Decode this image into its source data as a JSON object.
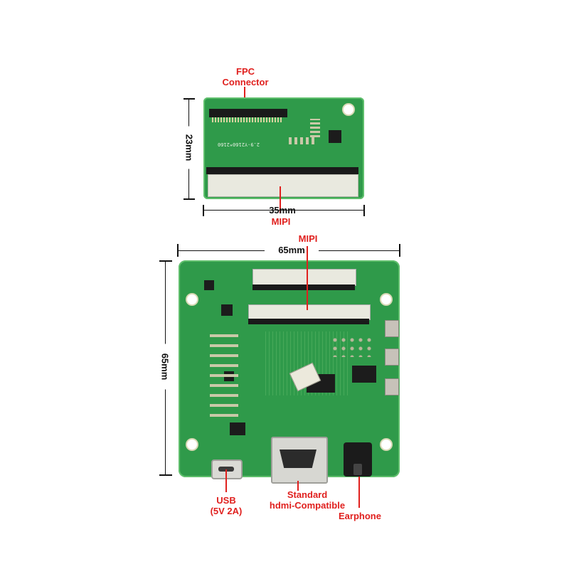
{
  "top_board": {
    "connector_label_line1": "FPC",
    "connector_label_line2": "Connector",
    "height_dim": "23mm",
    "width_dim": "35mm",
    "mipi_label": "MIPI",
    "silk_model": "2.9-Y2160*2160"
  },
  "bottom_board": {
    "mipi_label": "MIPI",
    "width_dim": "65mm",
    "height_dim": "65mm",
    "usb_label_line1": "USB",
    "usb_label_line2": "(5V 2A)",
    "hdmi_label_line1": "Standard",
    "hdmi_label_line2": "hdmi-Compatible",
    "earphone_label": "Earphone"
  },
  "colors": {
    "pcb": "#2f9a4a",
    "label_red": "#e0201e"
  }
}
